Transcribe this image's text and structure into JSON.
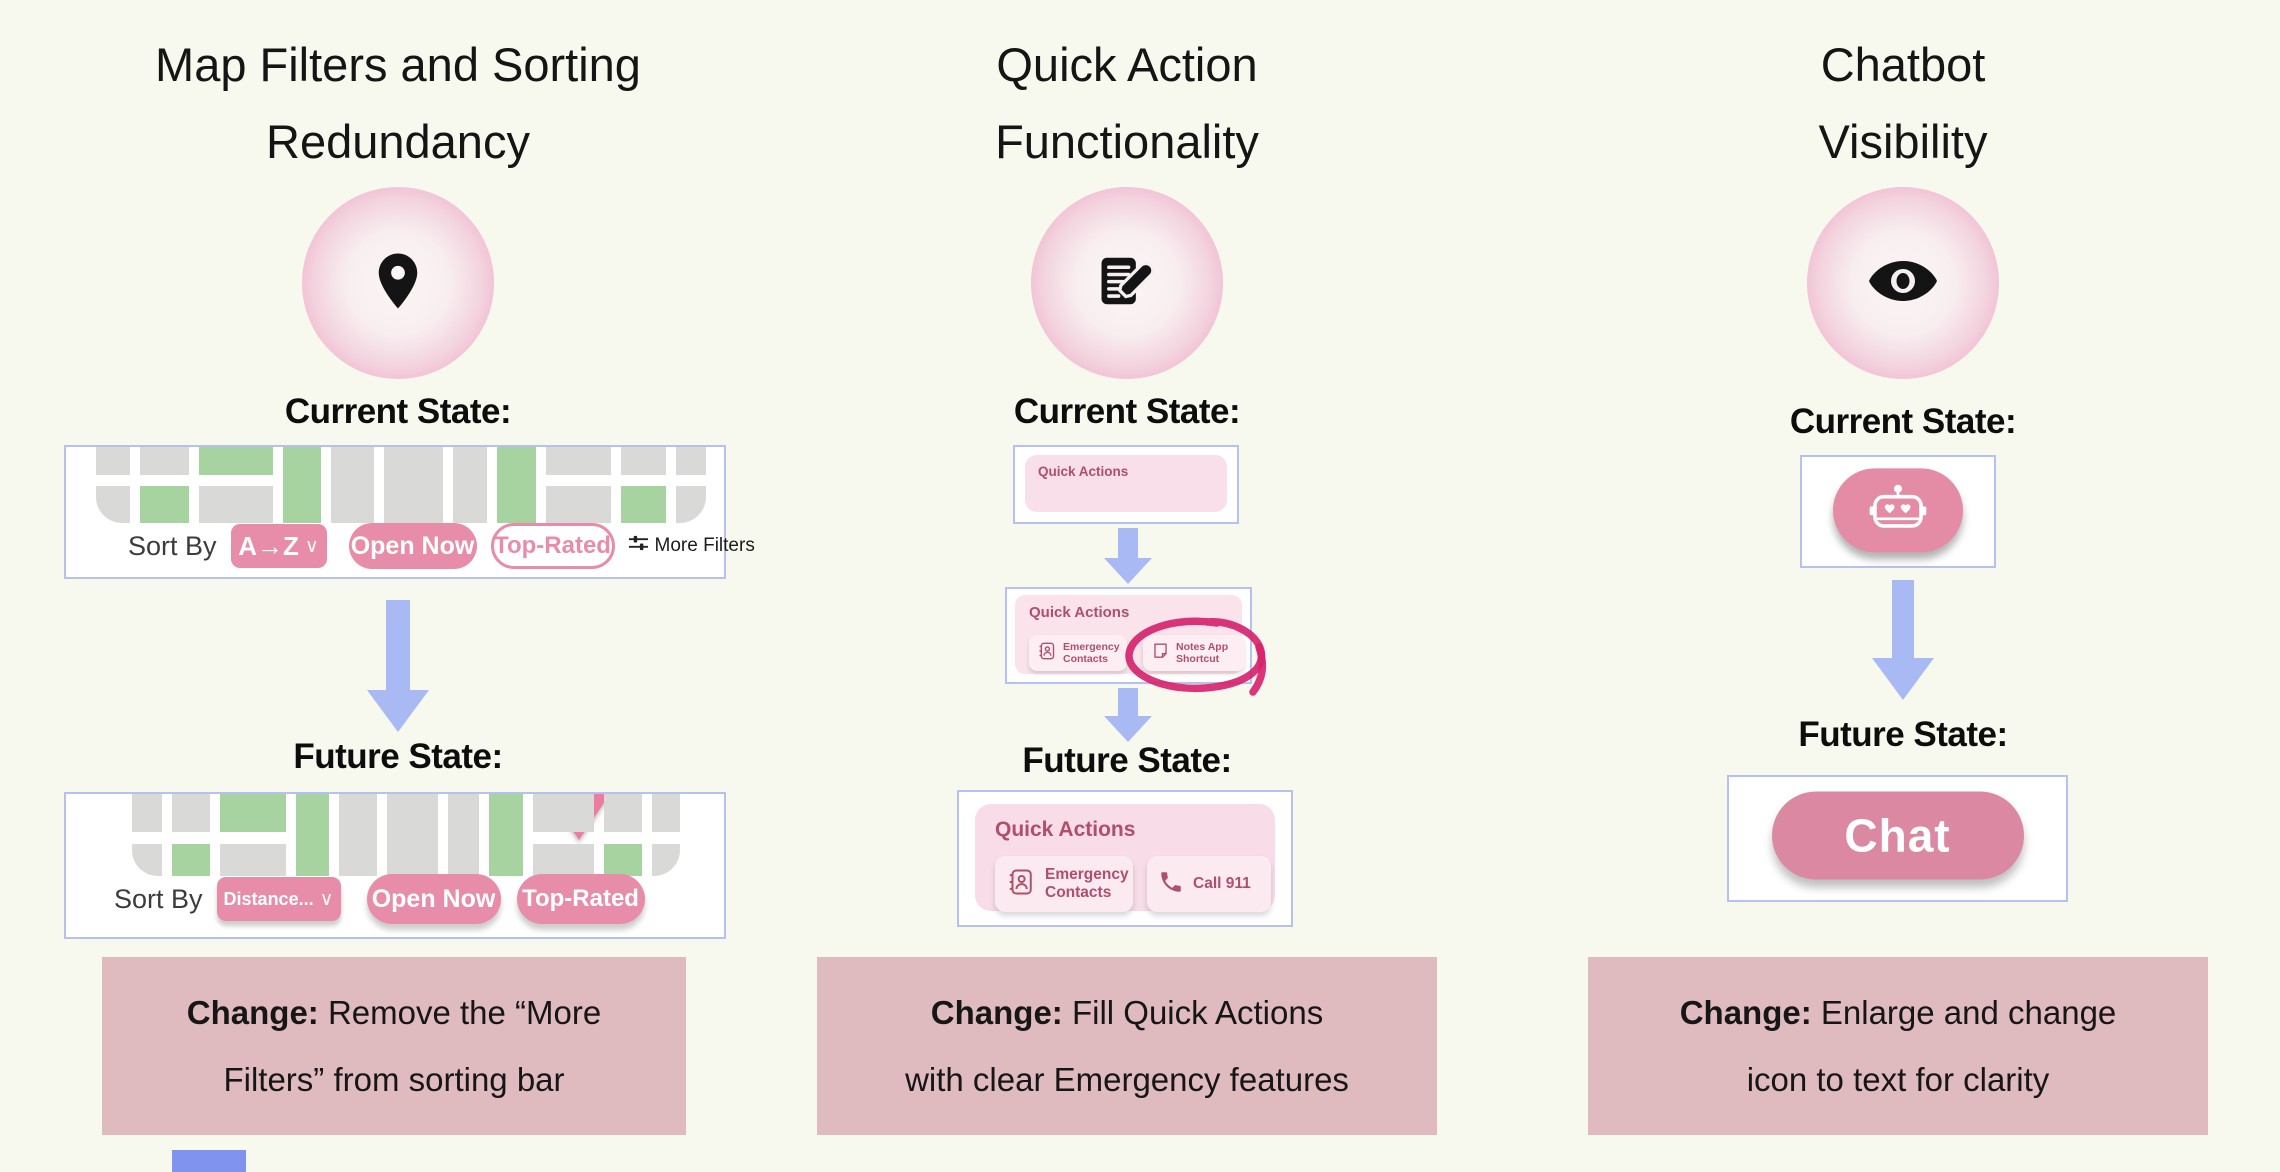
{
  "colors": {
    "background": "#f8f9ee",
    "card_border": "#b5c2f1",
    "pink_button": "#e78da9",
    "arrow_blue": "#a9b9f4",
    "change_box_bg": "#dfbbc0",
    "panel_pink": "#f8dfe9",
    "panel_button_pink": "#fdeef4",
    "rose_text": "#b04e6c",
    "marker_circle": "#d6246e",
    "map_gray": "#d9d9d7",
    "map_green": "#a6d39f",
    "triangle_pink": "#ec7ca1",
    "robot_pill": "#e48ca6",
    "chat_pill": "#db88a3"
  },
  "icons": {
    "column1": "location-pin",
    "column2": "note-edit",
    "column3": "eye",
    "chatbot": "robot-face",
    "more_filters": "sliders",
    "contacts": "contact-book",
    "notes": "note-page",
    "call": "phone-handset",
    "chevron": "chevron-down"
  },
  "column1": {
    "title_line1": "Map Filters and Sorting",
    "title_line2": "Redundancy",
    "current_heading": "Current State:",
    "future_heading": "Future State:",
    "current_sort": {
      "label": "Sort By",
      "sort_value": "A→Z",
      "chevron": "∨",
      "open_now": "Open Now",
      "top_rated": "Top-Rated",
      "more_filters": "More Filters"
    },
    "future_sort": {
      "label": "Sort By",
      "sort_value": "Distance...",
      "chevron": "∨",
      "open_now": "Open Now",
      "top_rated": "Top-Rated"
    },
    "change": {
      "bold": "Change:",
      "line1_rest": " Remove the “More",
      "line2": "Filters” from sorting bar"
    }
  },
  "column2": {
    "title_line1": "Quick Action",
    "title_line2": "Functionality",
    "current_heading": "Current State:",
    "future_heading": "Future State:",
    "current_panel": {
      "title": "Quick Actions"
    },
    "middle_panel": {
      "title": "Quick Actions",
      "button1_line1": "Emergency",
      "button1_line2": "Contacts",
      "button2_line1": "Notes App",
      "button2_line2": "Shortcut"
    },
    "future_panel": {
      "title": "Quick Actions",
      "button1_line1": "Emergency",
      "button1_line2": "Contacts",
      "button2_label": "Call 911"
    },
    "change": {
      "bold": "Change:",
      "line1_rest": " Fill Quick Actions",
      "line2": "with clear Emergency features"
    }
  },
  "column3": {
    "title_line1": "Chatbot",
    "title_line2": "Visibility",
    "current_heading": "Current State:",
    "future_heading": "Future State:",
    "future_button": "Chat",
    "change": {
      "bold": "Change:",
      "line1_rest": " Enlarge and change",
      "line2": "icon to text for clarity"
    }
  },
  "map_mockups": {
    "current_columns": [
      {
        "w": 55,
        "top": "gray",
        "bottom": "gray",
        "round": "left"
      },
      {
        "w": 78,
        "top": "gray",
        "bottom": "green"
      },
      {
        "w": 120,
        "top": "green",
        "bottom": "gray"
      },
      {
        "w": 60,
        "full": "green"
      },
      {
        "w": 70,
        "full": "gray"
      },
      {
        "w": 95,
        "full": "gray"
      },
      {
        "w": 55,
        "full": "gray"
      },
      {
        "w": 62,
        "full": "green"
      },
      {
        "w": 105,
        "top": "gray",
        "bottom": "gray"
      },
      {
        "w": 72,
        "top": "gray",
        "bottom": "green"
      },
      {
        "w": 48,
        "top": "gray",
        "bottom": "gray",
        "round": "right"
      }
    ],
    "future_columns": [
      {
        "w": 50,
        "top": "gray",
        "bottom": "gray",
        "round": "left"
      },
      {
        "w": 62,
        "top": "gray",
        "bottom": "green"
      },
      {
        "w": 110,
        "top": "green",
        "bottom": "gray"
      },
      {
        "w": 55,
        "full": "green"
      },
      {
        "w": 62,
        "full": "gray"
      },
      {
        "w": 85,
        "full": "gray"
      },
      {
        "w": 52,
        "full": "gray"
      },
      {
        "w": 56,
        "full": "green"
      },
      {
        "w": 100,
        "top": "gray",
        "bottom": "gray"
      },
      {
        "w": 64,
        "top": "gray",
        "bottom": "green"
      },
      {
        "w": 46,
        "top": "gray",
        "bottom": "gray",
        "round": "right"
      }
    ]
  }
}
